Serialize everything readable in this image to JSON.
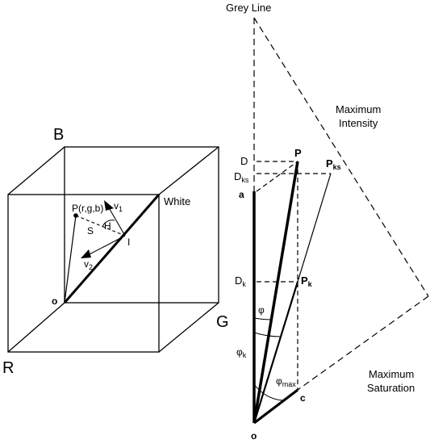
{
  "cube": {
    "axis_b": "B",
    "axis_r": "R",
    "axis_g": "G",
    "white": "White",
    "point_p": "P(r,g,b)",
    "origin": "o",
    "s": "S",
    "h": "H",
    "i": "I",
    "v1": "v",
    "v1_sub": "1",
    "v2": "v",
    "v2_sub": "2"
  },
  "triangle": {
    "grey_line": "Grey Line",
    "max_intensity_1": "Maximum",
    "max_intensity_2": "Intensity",
    "max_saturation_1": "Maximum",
    "max_saturation_2": "Saturation",
    "d": "D",
    "p": "P",
    "pks": "P",
    "pks_sub": "ks",
    "dks": "D",
    "dks_sub": "ks",
    "a": "a",
    "dk": "D",
    "dk_sub": "k",
    "pk": "P",
    "pk_sub": "k",
    "phi": "φ",
    "phik": "φ",
    "phik_sub": "k",
    "phimax": "φ",
    "phimax_sub": "max",
    "c": "c",
    "o": "o"
  }
}
